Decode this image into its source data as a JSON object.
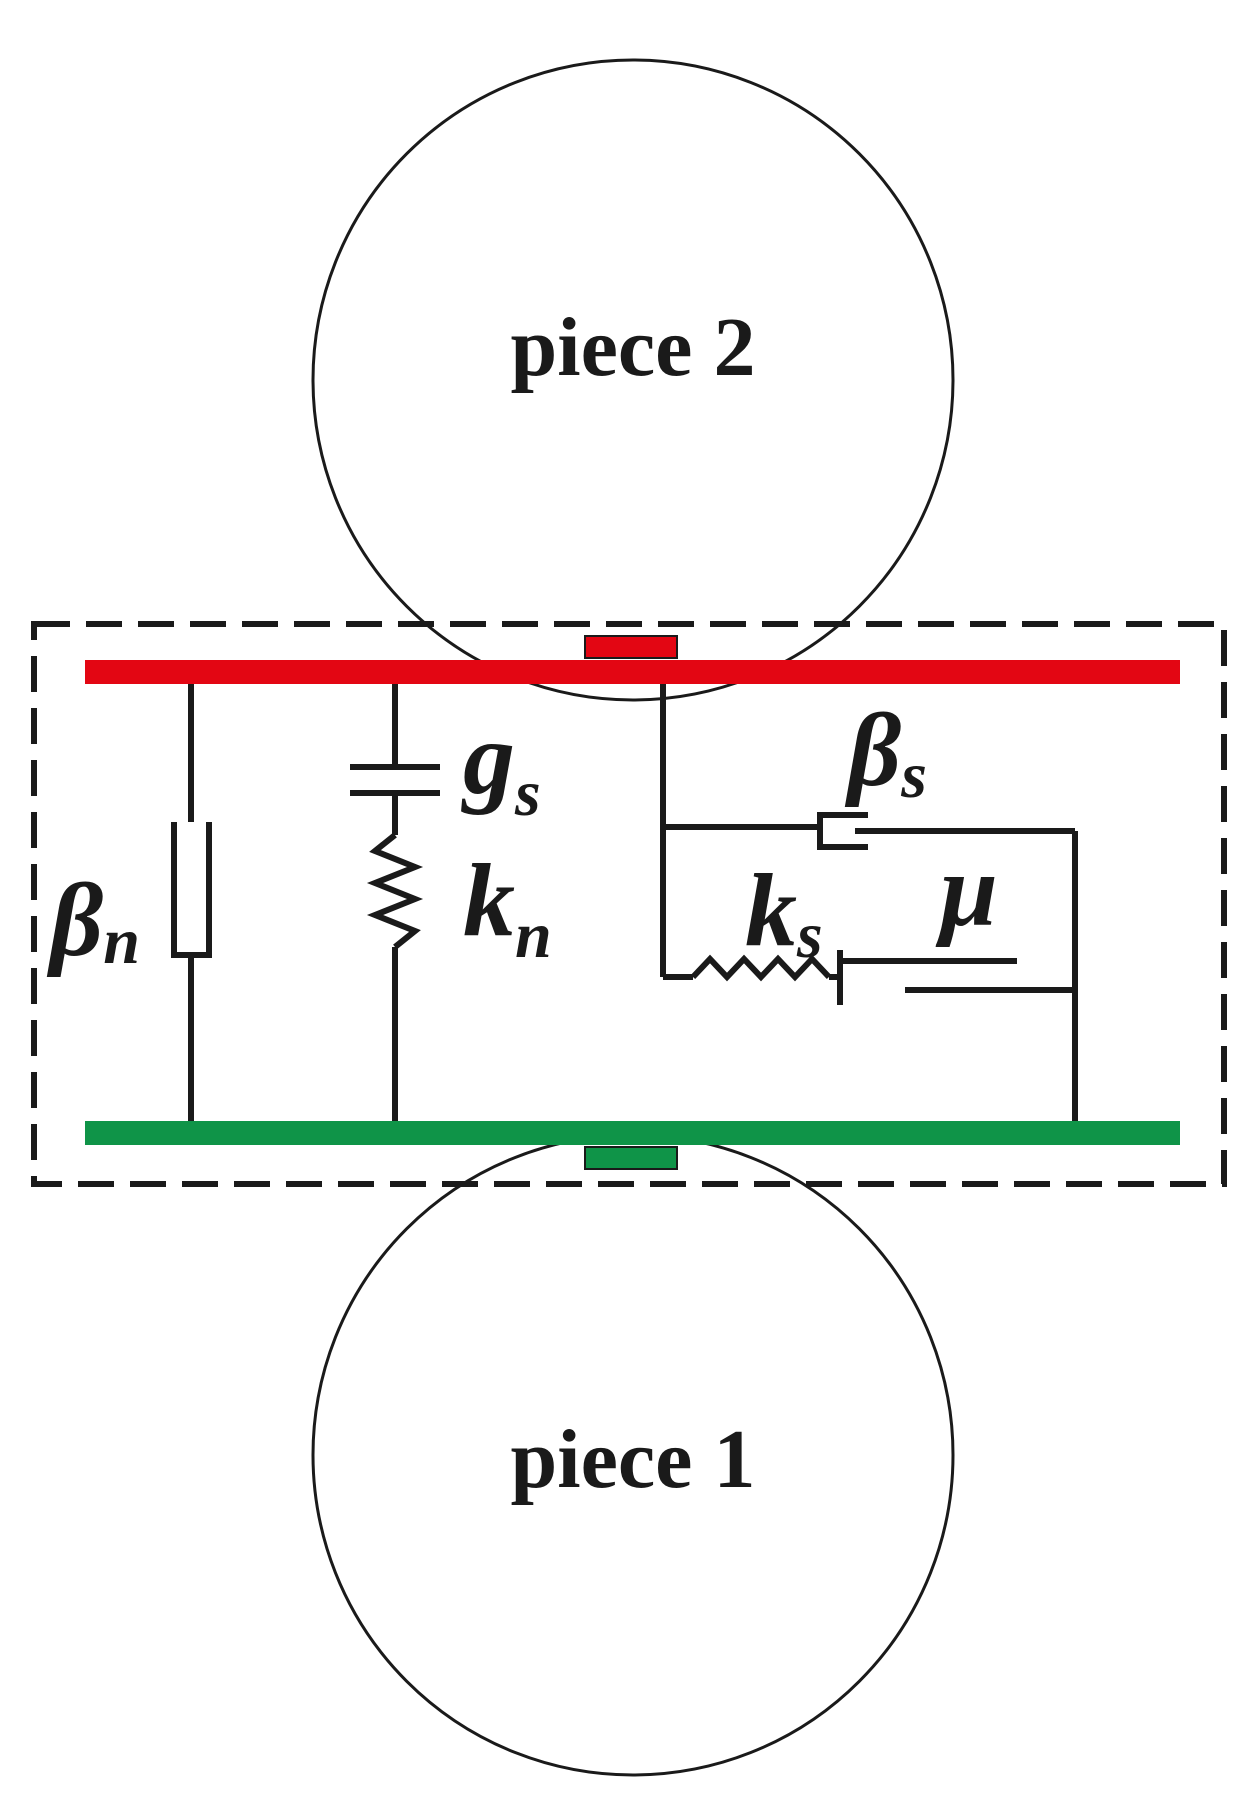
{
  "pieces": {
    "top_label": "piece 2",
    "bottom_label": "piece 1"
  },
  "symbols": {
    "beta_n": {
      "main": "β",
      "sub": "n"
    },
    "g_s": {
      "main": "g",
      "sub": "s"
    },
    "k_n": {
      "main": "k",
      "sub": "n"
    },
    "beta_s": {
      "main": "β",
      "sub": "s"
    },
    "k_s": {
      "main": "k",
      "sub": "s"
    },
    "mu": {
      "main": "μ"
    }
  },
  "colors": {
    "top_plate": "#e30613",
    "bottom_plate": "#0f9448",
    "line": "#1a1a1a"
  }
}
